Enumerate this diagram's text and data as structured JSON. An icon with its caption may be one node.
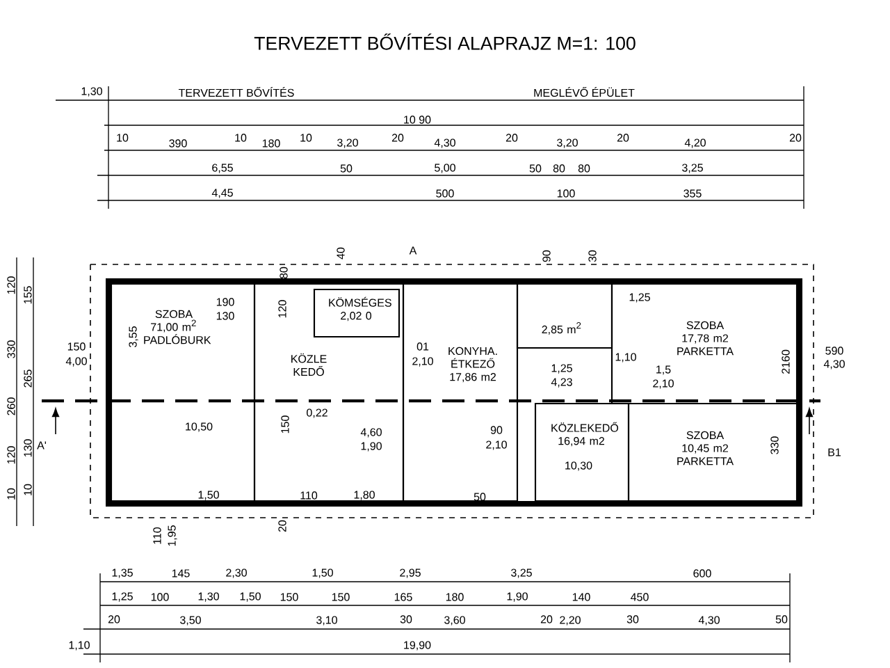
{
  "diagram": {
    "title": "TERVEZETT BŐVÍTÉSI ALAPRAJZ M=1: 100",
    "nodes": [
      {
        "text": [
          "SZOBA 71,00 m$^{2}$ PADLÓBURK"
        ]
      },
      {
        "text": [
          "KÖZLE KEDŐ"
        ]
      },
      {
        "text": [
          "KÖMSÉGES 2,02 0"
        ],
        "in": 1
      },
      {
        "text": [
          "KONYHA. ÉTKEZŐ 17,86 m2"
        ]
      },
      {
        "text": [
          "2,85 m$^{2}$"
        ]
      },
      {
        "text": [
          "KÖZLEKEDŐ 16,94 m2"
        ]
      },
      {
        "text": [
          "SZOBA 17,78 m2 PARKETTA"
        ]
      },
      {
        "text": [
          "SZOBA 10,45 m2 PARKETTA"
        ]
      }
    ],
    "labels": [
      "1,30",
      "TERVEZETT BŐVÍTÉS",
      "MEGLÉVŐ ÉPÜLET",
      "10 90",
      "10",
      "390",
      "10",
      "180",
      "10",
      "3,20",
      "20",
      "4,30",
      "20",
      "3,20",
      "20",
      "4,20",
      "20",
      "6,55",
      "50",
      "5,00",
      "50",
      "80",
      "80",
      "3,25",
      "4,45",
      "500",
      "100",
      "355",
      "A",
      "A'",
      "B1",
      "190",
      "130",
      "150",
      "4,00",
      "3,55",
      "80",
      "120",
      "10,50",
      "0,22",
      "150",
      "4,60",
      "1,90",
      "1,50",
      "110",
      "1,80",
      "01",
      "2,10",
      "1,25",
      "4,23",
      "1,10",
      "1,5",
      "2,10",
      "90",
      "2,10",
      "10,30",
      "50",
      "2160",
      "590",
      "4,30",
      "330",
      "1,25",
      "40",
      "90",
      "30",
      "120",
      "330",
      "260",
      "120",
      "10",
      "155",
      "265",
      "130",
      "10",
      "110",
      "1,95",
      "20",
      "1,35",
      "145",
      "2,30",
      "1,50",
      "2,95",
      "3,25",
      "600",
      "1,25",
      "100",
      "1,30",
      "1,50",
      "150",
      "150",
      "165",
      "180",
      "1,90",
      "140",
      "450",
      "20",
      "3,50",
      "3,10",
      "30",
      "3,60",
      "20",
      "2,20",
      "30",
      "4,30",
      "50",
      "1,10",
      "19,90"
    ]
  }
}
